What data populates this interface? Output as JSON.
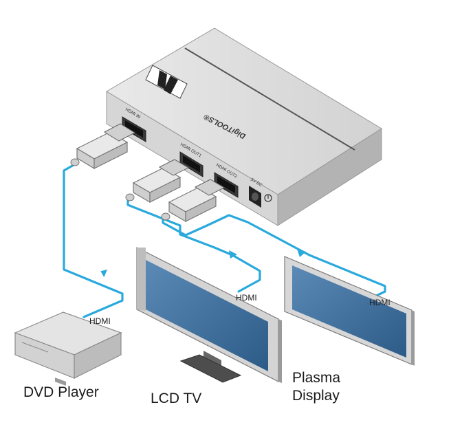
{
  "device": {
    "brand": "DigiTOOLS®",
    "ports": {
      "hdmi_in": "HDMI IN",
      "hdmi_out1": "HDMI OUT1",
      "hdmi_out2": "HDMI OUT2",
      "power": "5V DC"
    }
  },
  "labels": {
    "dvd_player": "DVD Player",
    "lcd_tv": "LCD TV",
    "plasma_line1": "Plasma",
    "plasma_line2": "Display",
    "hdmi_dvd": "HDMI",
    "hdmi_lcd": "HDMI",
    "hdmi_plasma": "HDMI"
  },
  "colors": {
    "cable": "#2aa9dc",
    "screen": "#3d6f9f",
    "device_body": "#d6d6d6"
  },
  "icons": [
    "kramer-logo-icon",
    "ground-icon"
  ]
}
